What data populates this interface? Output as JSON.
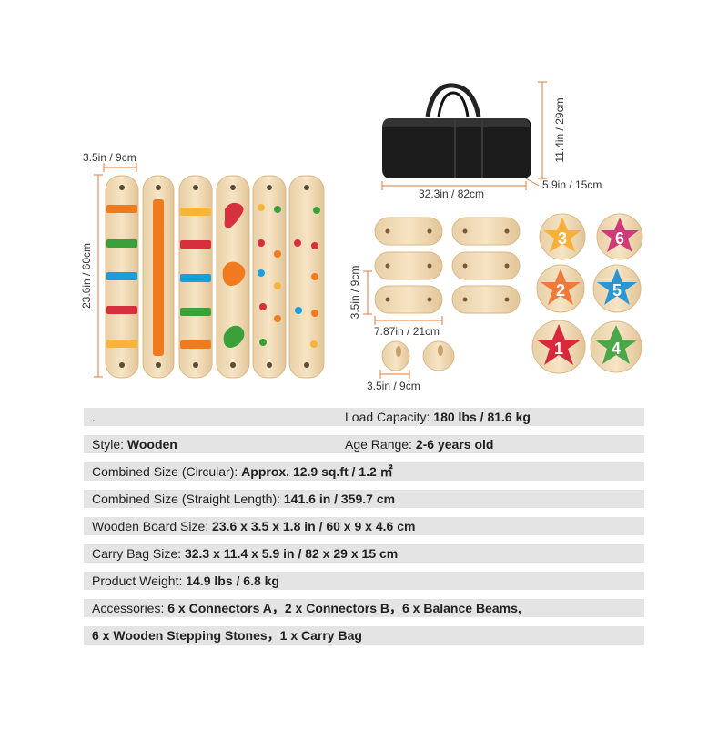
{
  "dimensions": {
    "board_width": "3.5in / 9cm",
    "board_length": "23.6in / 60cm",
    "bag_height": "11.4in / 29cm",
    "bag_length": "32.3in / 82cm",
    "bag_depth": "5.9in / 15cm",
    "beam_height": "3.5in / 9cm",
    "beam_length": "7.87in / 21cm",
    "connector_width": "3.5in / 9cm"
  },
  "stones": [
    "3",
    "6",
    "2",
    "5",
    "1",
    "4"
  ],
  "colors": {
    "wood": "#f0d9b5",
    "rung_orange": "#f07a1e",
    "rung_yellow": "#f5b638",
    "rung_green": "#3ca03a",
    "rung_blue": "#1aa0d8",
    "rung_red": "#d6303c",
    "star_yellow": "#f5b13a",
    "star_pink": "#d13a78",
    "star_orange": "#f07a3c",
    "star_blue": "#2a96d4",
    "star_red": "#d8283c",
    "star_green": "#4aa84a",
    "row_bg": "#e4e4e4"
  },
  "specs": {
    "row1": {
      "left": ".",
      "load_label": "Load Capacity: ",
      "load_value": "180 lbs / 81.6 kg"
    },
    "row2": {
      "style_label": "Style: ",
      "style_value": "Wooden",
      "age_label": "Age Range: ",
      "age_value": "2-6 years old"
    },
    "row3": {
      "label": "Combined Size (Circular): ",
      "value": "Approx. 12.9 sq.ft / 1.2 ㎡"
    },
    "row4": {
      "label": "Combined Size (Straight Length): ",
      "value": "141.6 in / 359.7 cm"
    },
    "row5": {
      "label": "Wooden Board Size: ",
      "value": "23.6 x 3.5 x 1.8 in / 60 x 9 x 4.6 cm"
    },
    "row6": {
      "label": "Carry Bag Size: ",
      "value": "32.3 x 11.4 x 5.9 in / 82 x 29 x 15 cm"
    },
    "row7": {
      "label": "Product Weight:  ",
      "value": "14.9 lbs / 6.8 kg"
    },
    "row8": {
      "label": "Accessories: ",
      "value": "6 x Connectors A，2 x Connectors B，6 x Balance Beams,"
    },
    "row9": {
      "value": "6 x Wooden Stepping Stones，1 x Carry Bag"
    }
  }
}
